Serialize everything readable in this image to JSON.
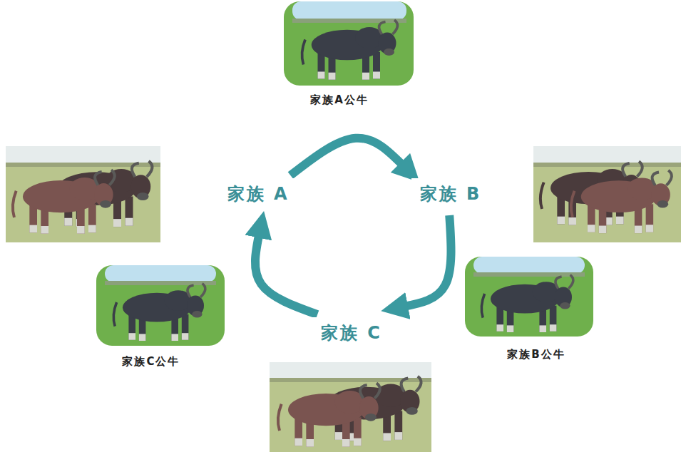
{
  "diagram": {
    "nodes": [
      {
        "text": [
          "家族 A"
        ]
      },
      {
        "text": [
          "家族 B"
        ]
      },
      {
        "text": [
          "家族 C"
        ]
      }
    ],
    "edges": [
      {
        "from": 0,
        "to": 1,
        "arrow": "to"
      },
      {
        "from": 1,
        "to": 2,
        "arrow": "to"
      },
      {
        "from": 2,
        "to": 0,
        "arrow": "to"
      }
    ],
    "labels": [
      "家族A公牛",
      "家族B公牛",
      "家族C公牛"
    ]
  }
}
